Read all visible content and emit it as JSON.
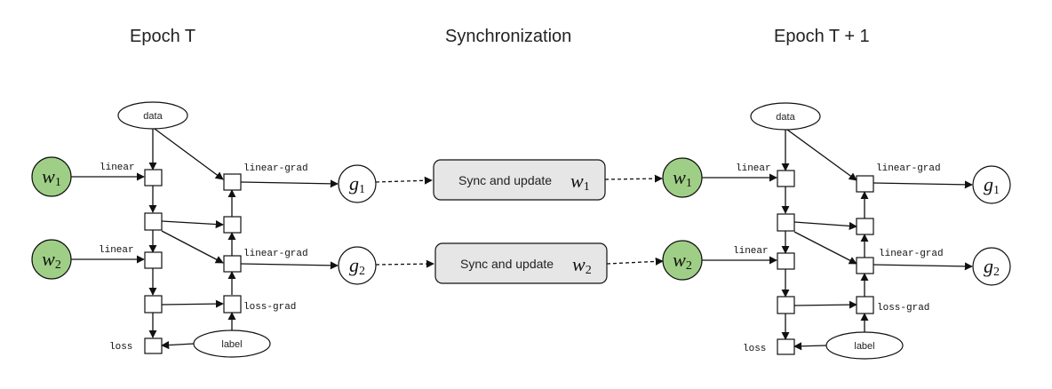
{
  "titles": {
    "left": "Epoch T",
    "middle": "Synchronization",
    "right": "Epoch T + 1"
  },
  "nodes": {
    "data": "data",
    "label": "label",
    "linear": "linear",
    "linear_grad": "linear-grad",
    "loss": "loss",
    "loss_grad": "loss-grad"
  },
  "vars": {
    "w": "w",
    "g": "g",
    "sub1": "1",
    "sub2": "2"
  },
  "sync": {
    "label": "Sync and update",
    "w": "w",
    "sub1": "1",
    "sub2": "2"
  },
  "colors": {
    "weight_fill": "#9fcf86",
    "sync_fill": "#e6e6e6",
    "stroke": "#111111"
  }
}
